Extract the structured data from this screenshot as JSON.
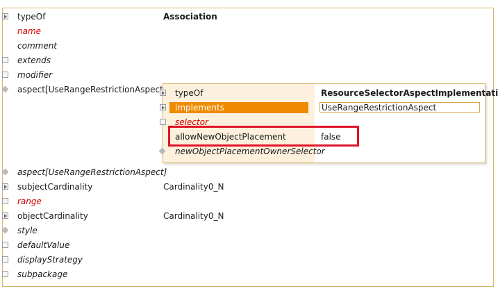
{
  "properties": [
    {
      "label": "typeOf",
      "value": "Association",
      "icon": "expand-triangle-icon",
      "style": "normal",
      "value_bold": true
    },
    {
      "label": "name",
      "value": "",
      "icon": "none",
      "style": "required"
    },
    {
      "label": "comment",
      "value": "",
      "icon": "none",
      "style": "italic"
    },
    {
      "label": "extends",
      "value": "",
      "icon": "square-icon",
      "style": "italic"
    },
    {
      "label": "modifier",
      "value": "",
      "icon": "square-icon",
      "style": "italic"
    },
    {
      "label": "aspect[UseRangeRestrictionAspect]",
      "value": "",
      "icon": "diamond-icon",
      "style": "normal"
    },
    {
      "label": "aspect[UseRangeRestrictionAspect]",
      "value": "",
      "icon": "diamond-icon",
      "style": "italic"
    },
    {
      "label": "subjectCardinality",
      "value": "Cardinality0_N",
      "icon": "expand-triangle-icon",
      "style": "normal"
    },
    {
      "label": "range",
      "value": "",
      "icon": "square-icon",
      "style": "required"
    },
    {
      "label": "objectCardinality",
      "value": "Cardinality0_N",
      "icon": "expand-triangle-icon",
      "style": "normal"
    },
    {
      "label": "style",
      "value": "",
      "icon": "diamond-icon",
      "style": "italic"
    },
    {
      "label": "defaultValue",
      "value": "",
      "icon": "square-icon",
      "style": "italic"
    },
    {
      "label": "displayStrategy",
      "value": "",
      "icon": "square-icon",
      "style": "italic"
    },
    {
      "label": "subpackage",
      "value": "",
      "icon": "square-icon",
      "style": "italic"
    }
  ],
  "aspect_panel": {
    "rows": [
      {
        "label": "typeOf",
        "value": "ResourceSelectorAspectImplementation",
        "icon": "expand-triangle-icon",
        "style": "normal",
        "value_bold": true
      },
      {
        "label": "implements",
        "value": "UseRangeRestrictionAspect",
        "icon": "expand-triangle-icon",
        "style": "selected"
      },
      {
        "label": "selector",
        "value": "",
        "icon": "square-icon",
        "style": "required"
      },
      {
        "label": "allowNewObjectPlacement",
        "value": "false",
        "icon": "none",
        "style": "normal",
        "highlighted": true
      },
      {
        "label": "newObjectPlacementOwnerSelector",
        "value": "",
        "icon": "diamond-icon",
        "style": "italic"
      }
    ]
  },
  "colors": {
    "frame_border": "#d8b36a",
    "panel_background": "#fdf1dd",
    "selection": "#ef8b00",
    "required_label": "#d40000",
    "highlight_rectangle": "#e0142a"
  }
}
